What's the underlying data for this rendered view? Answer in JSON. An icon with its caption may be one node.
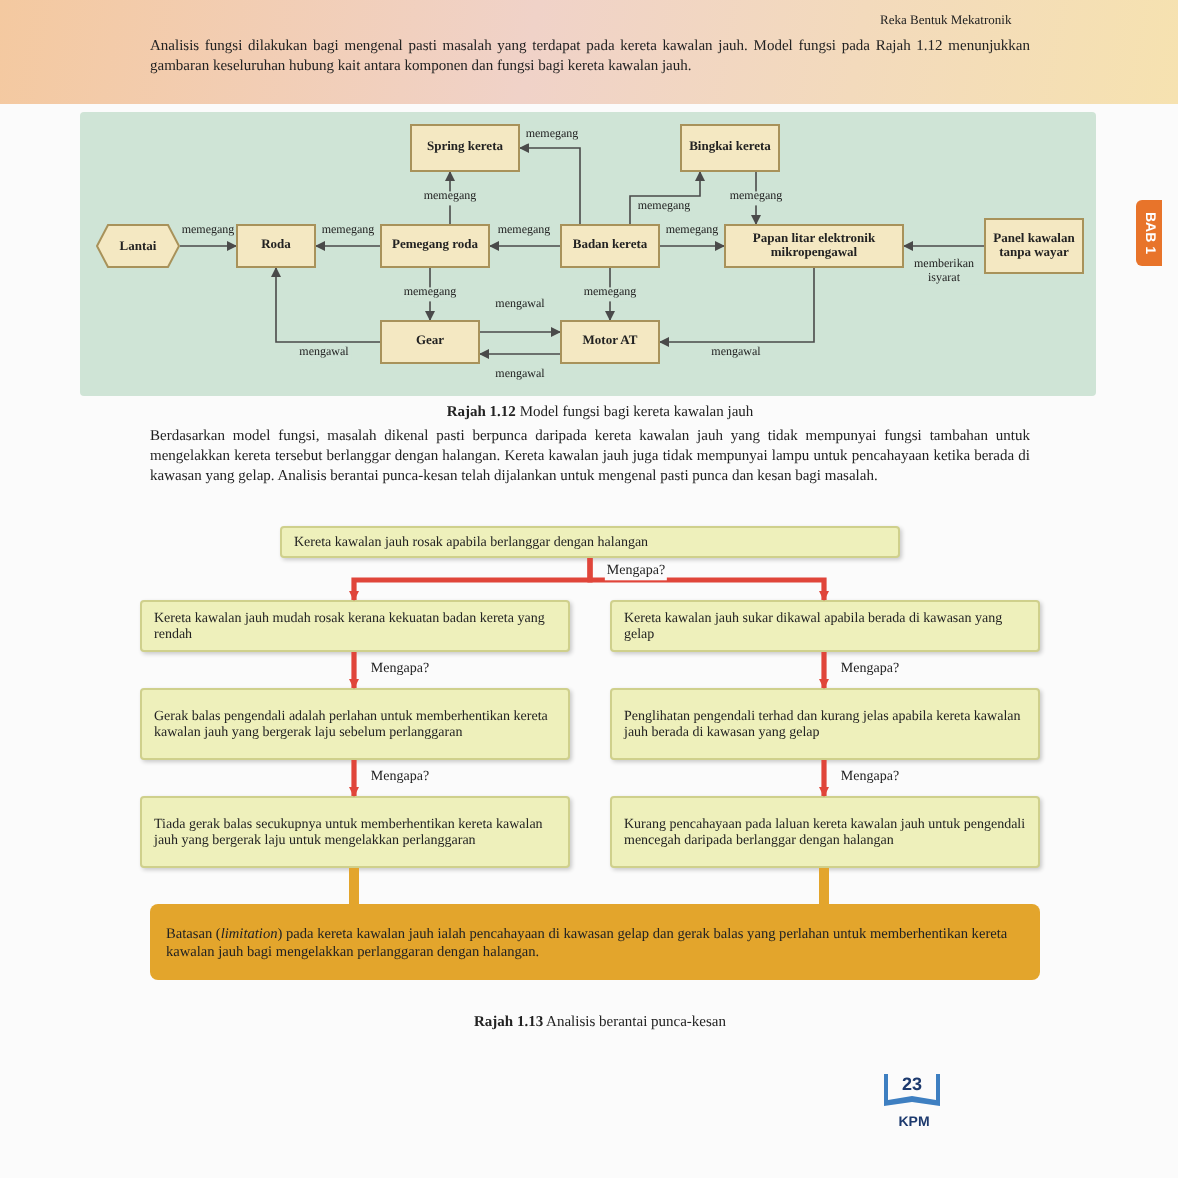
{
  "diagram": {
    "nodes": [
      {
        "text": [
          "Spring kereta"
        ]
      },
      {
        "text": [
          "Bingkai kereta"
        ]
      },
      {
        "text": [
          "Lantai"
        ]
      },
      {
        "text": [
          "Roda"
        ]
      },
      {
        "text": [
          "Pemegang roda"
        ]
      },
      {
        "text": [
          "Badan kereta"
        ]
      },
      {
        "text": [
          "Papan litar elektronik mikropengawal"
        ]
      },
      {
        "text": [
          "Panel kawalan tanpa wayar"
        ]
      },
      {
        "text": [
          "Gear"
        ]
      },
      {
        "text": [
          "Motor AT"
        ]
      },
      {
        "text": [
          "Kereta kawalan jauh rosak apabila berlanggar dengan halangan"
        ]
      },
      {
        "text": [
          "Kereta kawalan jauh mudah rosak kerana kekuatan badan kereta yang rendah"
        ]
      },
      {
        "text": [
          "Kereta kawalan jauh sukar dikawal apabila berada di kawasan yang gelap"
        ]
      },
      {
        "text": [
          "Gerak balas pengendali adalah perlahan untuk memberhentikan kereta kawalan jauh yang bergerak laju sebelum perlanggaran"
        ]
      },
      {
        "text": [
          "Penglihatan pengendali terhad dan kurang jelas apabila kereta kawalan jauh berada di kawasan yang gelap"
        ]
      },
      {
        "text": [
          "Tiada gerak balas secukupnya untuk memberhentikan kereta kawalan jauh yang bergerak laju untuk mengelakkan perlanggaran"
        ]
      },
      {
        "text": [
          "Kurang pencahayaan pada laluan kereta kawalan jauh untuk pengendali mencegah daripada berlanggar dengan halangan"
        ]
      },
      {
        "text": [
          "Batasan (*limitation*) pada kereta kawalan jauh ialah pencahayaan di kawasan gelap dan gerak balas yang perlahan untuk memberhentikan kereta kawalan jauh bagi mengelakkan perlanggaran dengan halangan."
        ]
      }
    ],
    "edges": [
      {
        "from": 2,
        "to": 3,
        "arrow": "to",
        "label": "memegang"
      },
      {
        "from": 4,
        "to": 3,
        "arrow": "to",
        "label": "memegang"
      },
      {
        "from": 8,
        "to": 3,
        "arrow": "to",
        "label": "mengawal"
      },
      {
        "from": 4,
        "to": 8,
        "arrow": "to",
        "label": "memegang"
      },
      {
        "from": 5,
        "to": 4,
        "arrow": "to",
        "label": "memegang"
      },
      {
        "from": 4,
        "to": 0,
        "arrow": "to",
        "label": "memegang"
      },
      {
        "from": 5,
        "to": 0,
        "arrow": "to",
        "label": "memegang"
      },
      {
        "from": 5,
        "to": 9,
        "arrow": "to",
        "label": "memegang"
      },
      {
        "from": 8,
        "to": 9,
        "arrow": "to",
        "label": "mengawal"
      },
      {
        "from": 9,
        "to": 8,
        "arrow": "to",
        "label": "mengawal"
      },
      {
        "from": 6,
        "to": 9,
        "arrow": "to",
        "label": "mengawal"
      },
      {
        "from": 5,
        "to": 6,
        "arrow": "to",
        "label": "memegang"
      },
      {
        "from": 5,
        "to": 1,
        "arrow": "to",
        "label": "memegang"
      },
      {
        "from": 1,
        "to": 6,
        "arrow": "to",
        "label": "memegang"
      },
      {
        "from": 7,
        "to": 6,
        "arrow": "to",
        "label": "memberikan isyarat"
      },
      {
        "from": 10,
        "to": 11,
        "arrow": "to",
        "label": "Mengapa?",
        "style": "thick",
        "color": "#e0453a"
      },
      {
        "from": 10,
        "to": 12,
        "arrow": "to",
        "style": "thick",
        "color": "#e0453a"
      },
      {
        "from": 11,
        "to": 13,
        "arrow": "to",
        "label": "Mengapa?",
        "style": "thick",
        "color": "#e0453a"
      },
      {
        "from": 13,
        "to": 15,
        "arrow": "to",
        "label": "Mengapa?",
        "style": "thick",
        "color": "#e0453a"
      },
      {
        "from": 12,
        "to": 14,
        "arrow": "to",
        "label": "Mengapa?",
        "style": "thick",
        "color": "#e0453a"
      },
      {
        "from": 14,
        "to": 16,
        "arrow": "to",
        "label": "Mengapa?",
        "style": "thick",
        "color": "#e0453a"
      },
      {
        "from": 17,
        "to": 15,
        "arrow": "none",
        "style": "thick",
        "color": "#e3a52c"
      },
      {
        "from": 17,
        "to": 16,
        "arrow": "none",
        "style": "thick",
        "color": "#e3a52c"
      }
    ],
    "labels": [
      "Reka Bentuk Mekatronik",
      "Analisis fungsi dilakukan bagi mengenal pasti masalah yang terdapat pada kereta kawalan jauh. Model fungsi pada Rajah 1.12 menunjukkan gambaran keseluruhan hubung kait antara komponen dan fungsi bagi kereta kawalan jauh.",
      "BAB 1",
      "**Rajah 1.12** Model fungsi bagi kereta kawalan jauh",
      "Berdasarkan model fungsi, masalah dikenal pasti berpunca daripada kereta kawalan jauh yang tidak mempunyai fungsi tambahan untuk mengelakkan kereta tersebut berlanggar dengan halangan. Kereta kawalan jauh juga tidak mempunyai lampu untuk pencahayaan ketika berada di kawasan yang gelap. Analisis berantai punca-kesan telah dijalankan untuk mengenal pasti punca dan kesan bagi masalah.",
      "**Rajah 1.13** Analisis berantai punca-kesan",
      "23",
      "KPM"
    ]
  }
}
